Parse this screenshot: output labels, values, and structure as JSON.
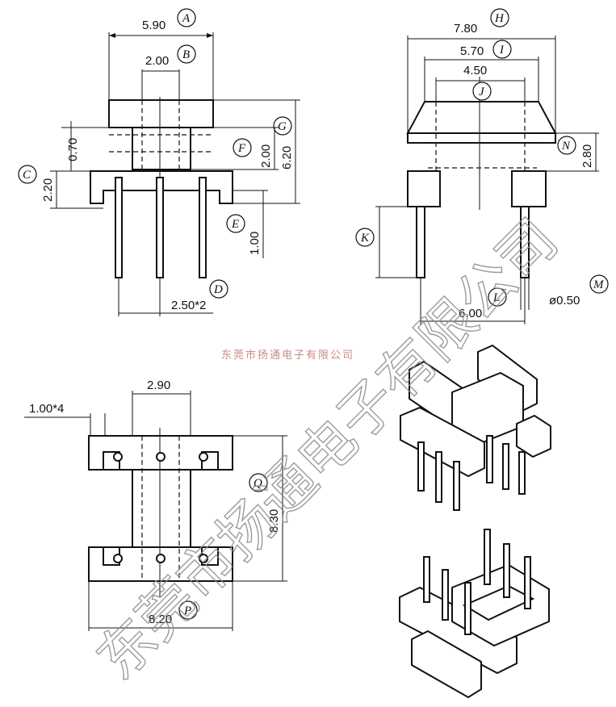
{
  "watermark": {
    "center_text": "东莞市扬通电子有限公司",
    "diagonal_text": "东莞市扬通电子有限公司"
  },
  "front_view": {
    "dims": {
      "A": "5.90",
      "B": "2.00",
      "C": "2.20",
      "D": "2.50*2",
      "E": "1.00",
      "F": "2.00",
      "G": "6.20",
      "h070": "0.70"
    }
  },
  "side_view": {
    "dims": {
      "H": "7.80",
      "I": "5.70",
      "J": "4.50",
      "N": "2.80",
      "L": "6.00",
      "M": "ø0.50"
    }
  },
  "bottom_view": {
    "dims": {
      "top_width": "2.90",
      "pitch": "1.00*4",
      "Q": "8.30",
      "P": "8.20"
    }
  },
  "callouts": [
    "A",
    "B",
    "C",
    "D",
    "E",
    "F",
    "G",
    "H",
    "I",
    "J",
    "K",
    "L",
    "M",
    "N",
    "P",
    "Q"
  ]
}
